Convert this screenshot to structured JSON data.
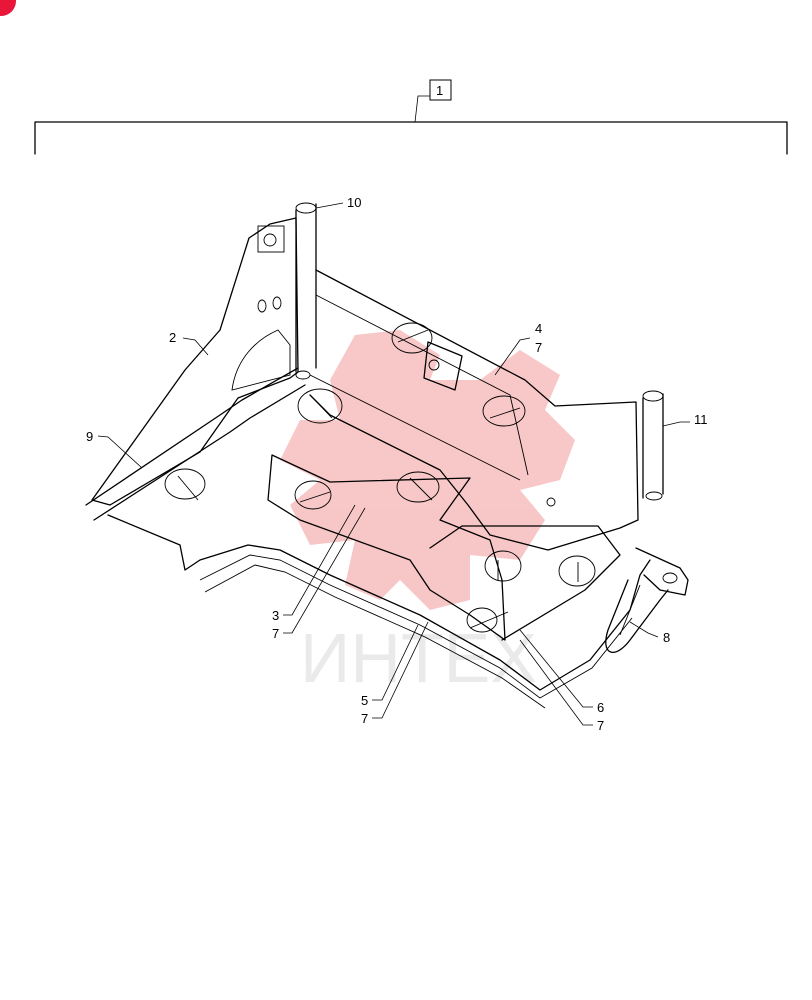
{
  "callouts": {
    "assembly": "1",
    "c2": "2",
    "c3": "3",
    "c4": "4",
    "c5": "5",
    "c6": "6",
    "c7a": "7",
    "c7b": "7",
    "c7c": "7",
    "c7d": "7",
    "c8": "8",
    "c9": "9",
    "c10": "10",
    "c11": "11"
  },
  "watermark": {
    "text": "ИНТЕХ",
    "color": "#f3a6a6"
  },
  "colors": {
    "badge": "#e8173a",
    "line": "#000000"
  }
}
